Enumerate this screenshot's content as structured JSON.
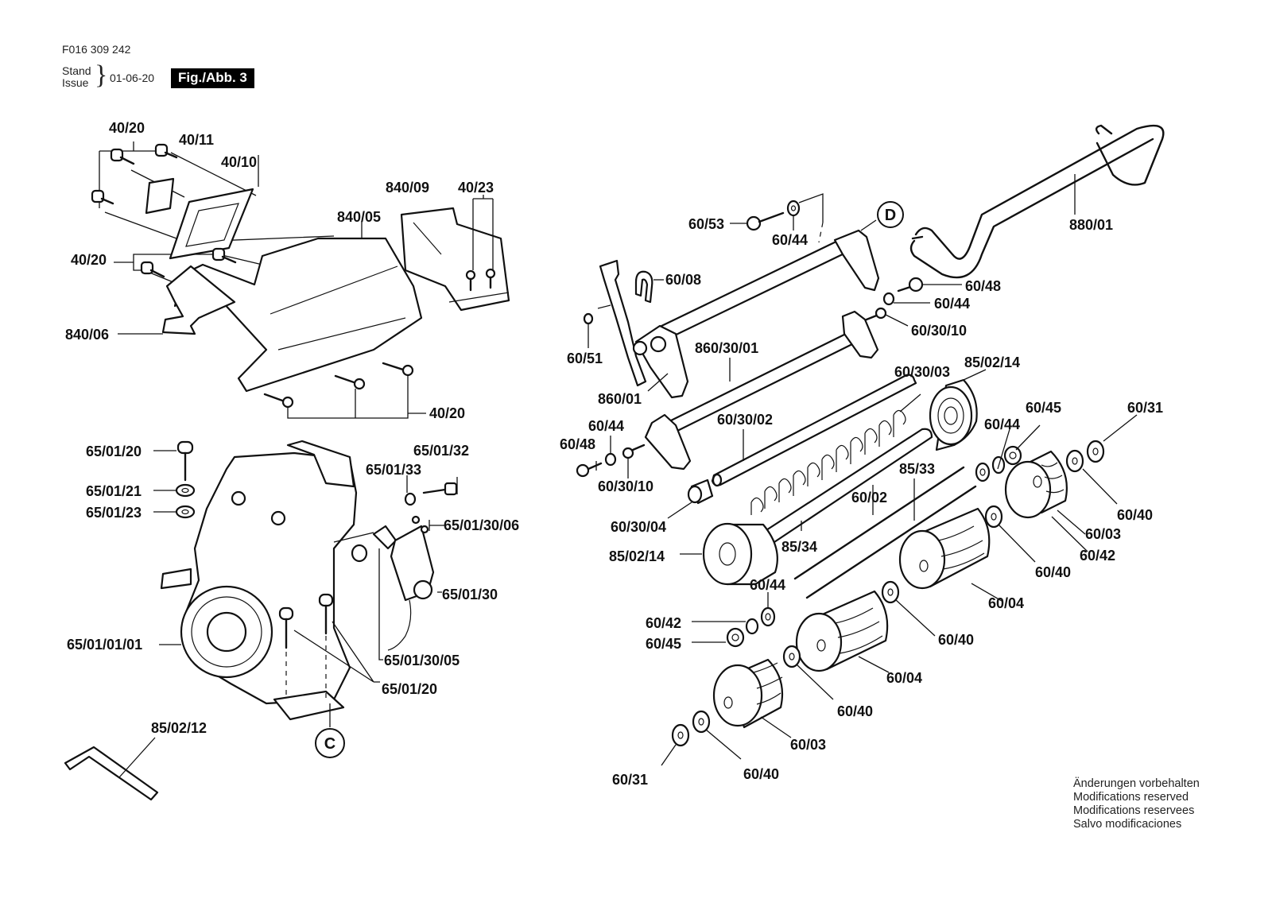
{
  "header": {
    "document_number": "F016 309 242",
    "stand_label": "Stand",
    "issue_label": "Issue",
    "date": "01-06-20",
    "figure_label": "Fig./Abb. 3"
  },
  "footer": {
    "lines": [
      "Änderungen vorbehalten",
      "Modifications reserved",
      "Modifications reservees",
      "Salvo modificaciones"
    ]
  },
  "callouts": {
    "C": "C",
    "D": "D"
  },
  "parts": {
    "cover_group": {
      "screw_top": "40/20",
      "plate_small": "40/11",
      "gasket_plate": "40/10",
      "cover": "840/05",
      "bracket_top": "840/09",
      "bolts_right": "40/23",
      "screw_middle": "40/20",
      "frame": "840/06",
      "screw_bottom": "40/20"
    },
    "engine_group": {
      "bolt_top": "65/01/20",
      "washer_1": "65/01/21",
      "washer_2": "65/01/23",
      "screw_right": "65/01/32",
      "washer_right": "65/01/33",
      "screws_switch": "65/01/30/06",
      "switch": "65/01/30",
      "engine": "65/01/01/01",
      "bracket_switch": "65/01/30/05",
      "bolts_mount": "65/01/20",
      "hex_key": "85/02/12"
    },
    "frame_group": {
      "bolt": "60/53",
      "washer_top": "60/44",
      "clip": "60/08",
      "handle": "880/01",
      "bolt_right": "60/48",
      "washer_right": "60/44",
      "screw_right": "60/30/10",
      "pin": "60/51",
      "axle_upper": "860/30/01",
      "bracket_left": "860/01",
      "spring_shaft_label": "60/30/03",
      "roller_top": "85/02/14",
      "washer_left": "60/44",
      "bolt_left": "60/48",
      "shaft": "60/30/02",
      "screw_left": "60/30/10",
      "spacer": "60/30/04",
      "roller_left": "85/02/14",
      "tube": "85/34",
      "rod_main": "60/02",
      "threaded_rod": "85/33"
    },
    "roller_group": {
      "washer_a": "60/44",
      "nut_a": "60/45",
      "end_washer_a": "60/31",
      "washer_b": "60/40",
      "roller_short_a": "60/03",
      "lock_a": "60/42",
      "washer_c": "60/40",
      "roller_long_a": "60/04",
      "washer_d": "60/40",
      "washer_e": "60/44",
      "lock_b": "60/42",
      "nut_b": "60/45",
      "roller_long_b": "60/04",
      "washer_f": "60/40",
      "roller_short_b": "60/03",
      "end_washer_b": "60/31",
      "washer_g": "60/40"
    }
  }
}
